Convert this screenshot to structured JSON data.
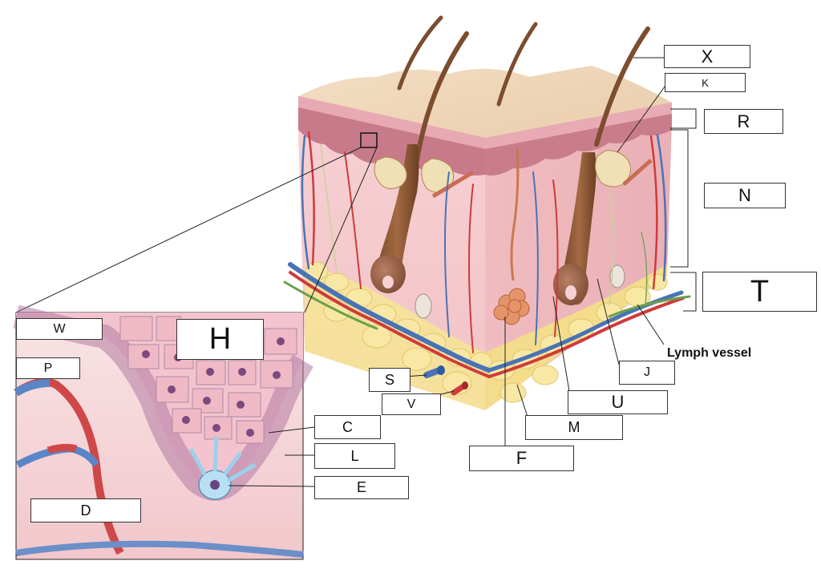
{
  "diagram": {
    "labels": {
      "X": "X",
      "K": "K",
      "R": "R",
      "N": "N",
      "T": "T",
      "J": "J",
      "U": "U",
      "M": "M",
      "F": "F",
      "S": "S",
      "V": "V",
      "C": "C",
      "L": "L",
      "E": "E",
      "W": "W",
      "P": "P",
      "D": "D",
      "H": "H"
    },
    "lymph_vessel_label": "Lymph vessel"
  }
}
